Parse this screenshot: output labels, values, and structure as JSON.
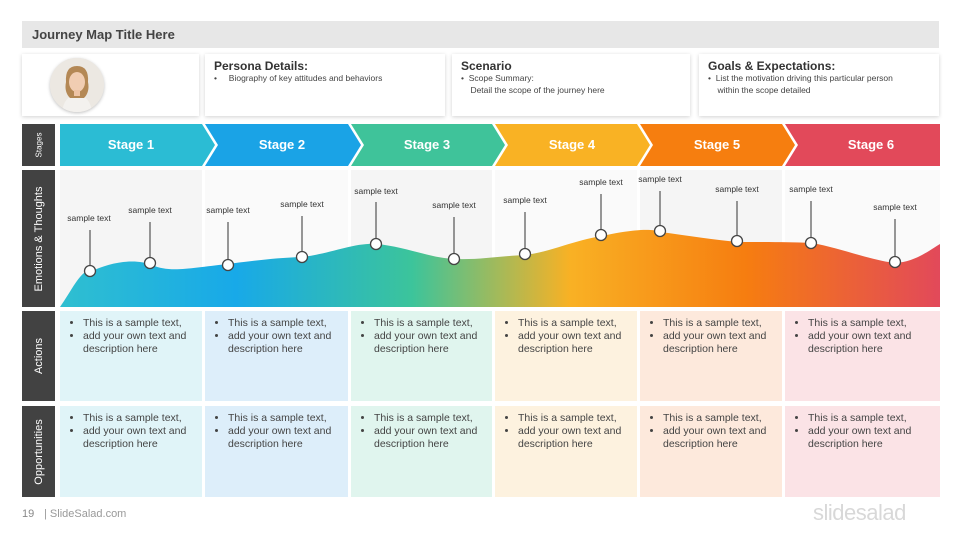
{
  "title": "Journey Map Title Here",
  "persona": {
    "heading": "Persona Details:",
    "lines": [
      "•     Biography of key attitudes and behaviors"
    ]
  },
  "scenario": {
    "heading": "Scenario",
    "lines": [
      "•  Scope Summary:",
      "    Detail the scope of the journey here"
    ]
  },
  "goals": {
    "heading": "Goals & Expectations:",
    "lines": [
      "•  List the motivation driving this particular person",
      "    within the scope detailed"
    ]
  },
  "row_labels": {
    "stages": "Stages",
    "emotions": "Emotions & Thoughts",
    "actions": "Actions",
    "opportunities": "Opportunities"
  },
  "stages": [
    {
      "label": "Stage 1",
      "color": "#2bbcd4",
      "light": "#e0f4f8"
    },
    {
      "label": "Stage 2",
      "color": "#1aa3e6",
      "light": "#ddeefa"
    },
    {
      "label": "Stage 3",
      "color": "#3fc39a",
      "light": "#e0f5ee"
    },
    {
      "label": "Stage 4",
      "color": "#f9b224",
      "light": "#fdf2df"
    },
    {
      "label": "Stage 5",
      "color": "#f67e0f",
      "light": "#fde9dc"
    },
    {
      "label": "Stage 6",
      "color": "#e2495a",
      "light": "#fbe3e6"
    }
  ],
  "emotion_labels": [
    "sample text",
    "sample text",
    "sample text",
    "sample text",
    "sample text",
    "sample text",
    "sample text",
    "sample text",
    "sample text",
    "sample text",
    "sample text",
    "sample text"
  ],
  "actions": [
    [
      "This is a sample text,",
      "add your own text and description here"
    ],
    [
      "This is a sample text,",
      "add your own text and description here"
    ],
    [
      "This is a sample text,",
      "add your own text and description here"
    ],
    [
      "This is a sample text,",
      "add your own text and description here"
    ],
    [
      "This is a sample text,",
      "add your own text and description here"
    ],
    [
      "This is a sample text,",
      "add your own text and description here"
    ]
  ],
  "opportunities": [
    [
      "This is a sample text,",
      "add your own text and description here"
    ],
    [
      "This is a sample text,",
      "add your own text and description here"
    ],
    [
      "This is a sample text,",
      "add your own text and description here"
    ],
    [
      "This is a sample text,",
      "add your own text and description here"
    ],
    [
      "This is a sample text,",
      "add your own text and description here"
    ],
    [
      "This is a sample text,",
      "add your own text and description here"
    ]
  ],
  "footer": {
    "page_number": "19",
    "site": "| SlideSalad.com",
    "brand": "slidesalad"
  }
}
